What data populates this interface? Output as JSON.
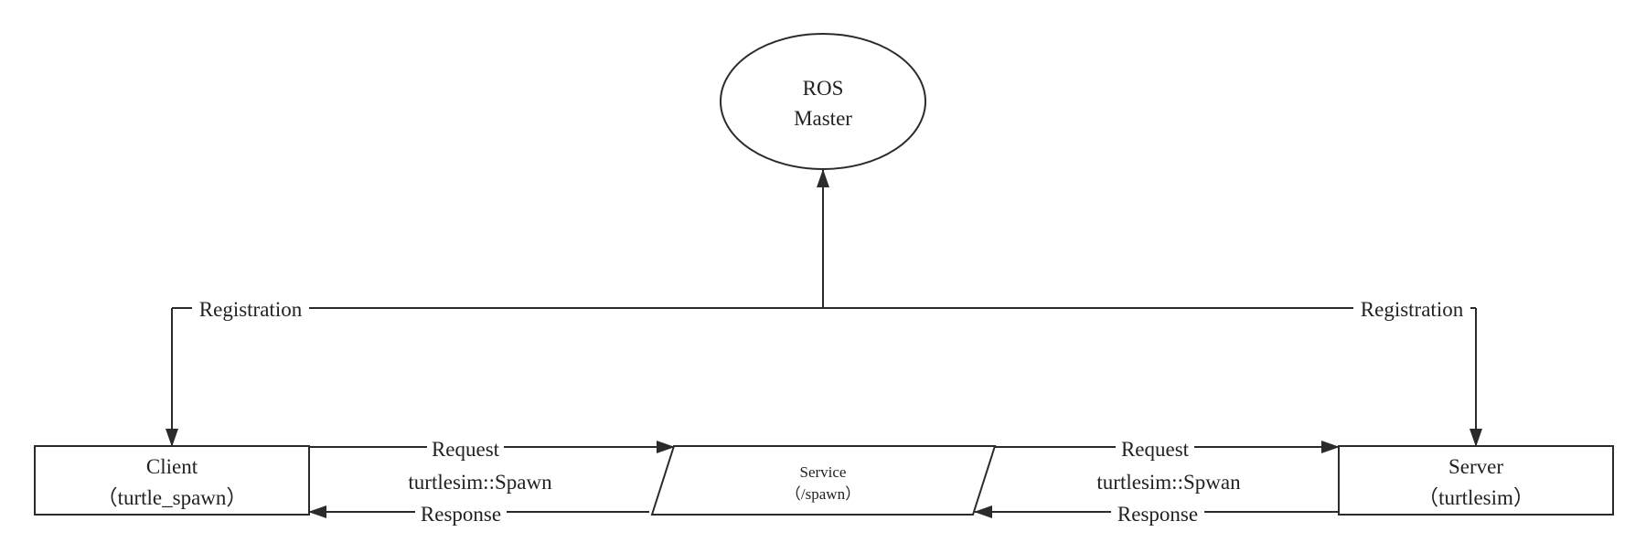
{
  "nodes": {
    "ros_master": {
      "line1": "ROS",
      "line2": "Master"
    },
    "client": {
      "line1": "Client",
      "line2": "（turtle_spawn）"
    },
    "service": {
      "line1": "Service",
      "line2": "（/spawn）"
    },
    "server": {
      "line1": "Server",
      "line2": "（turtlesim）"
    }
  },
  "edges": {
    "registration_left": "Registration",
    "registration_right": "Registration",
    "request_left": "Request",
    "request_right": "Request",
    "type_left": "turtlesim::Spawn",
    "type_right": "turtlesim::Spwan",
    "response_left": "Response",
    "response_right": "Response"
  },
  "colors": {
    "stroke": "#2b2b2b",
    "text": "#222222",
    "background": "#ffffff"
  }
}
